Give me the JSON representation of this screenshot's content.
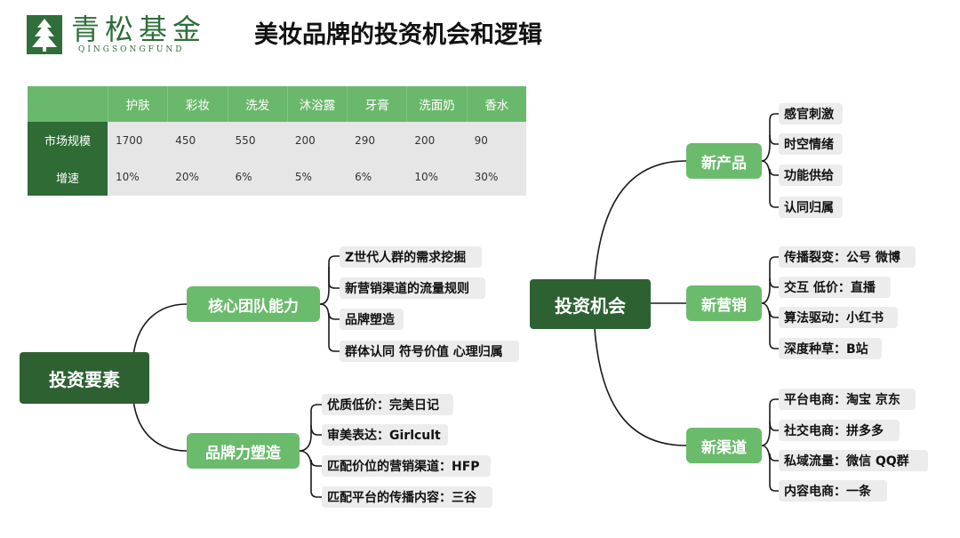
{
  "logo": {
    "name_cn": "青松基金",
    "name_en": "QINGSONGFUND"
  },
  "title": "美妆品牌的投资机会和逻辑",
  "table": {
    "columns": [
      "护肤",
      "彩妆",
      "洗发",
      "沐浴露",
      "牙膏",
      "洗面奶",
      "香水"
    ],
    "rows": [
      {
        "label": "市场规模",
        "values": [
          "1700",
          "450",
          "550",
          "200",
          "290",
          "200",
          "90"
        ]
      },
      {
        "label": "增速",
        "values": [
          "10%",
          "20%",
          "6%",
          "5%",
          "6%",
          "10%",
          "30%"
        ]
      }
    ]
  },
  "left_map": {
    "root": "投资要素",
    "branches": [
      {
        "label": "核心团队能力",
        "leaves": [
          "Z世代人群的需求挖掘",
          "新营销渠道的流量规则",
          "品牌塑造",
          "群体认同 符号价值 心理归属"
        ]
      },
      {
        "label": "品牌力塑造",
        "leaves": [
          "优质低价：完美日记",
          "审美表达：Girlcult",
          "匹配价位的营销渠道：HFP",
          "匹配平台的传播内容：三谷"
        ]
      }
    ]
  },
  "right_map": {
    "root": "投资机会",
    "branches": [
      {
        "label": "新产品",
        "leaves": [
          "感官刺激",
          "时空情绪",
          "功能供给",
          "认同归属"
        ]
      },
      {
        "label": "新营销",
        "leaves": [
          "传播裂变：公号 微博",
          "交互 低价：直播",
          "算法驱动：小红书",
          "深度种草：B站"
        ]
      },
      {
        "label": "新渠道",
        "leaves": [
          "平台电商：淘宝 京东",
          "社交电商：拼多多",
          "私域流量：微信 QQ群",
          "内容电商：一条"
        ]
      }
    ]
  },
  "colors": {
    "dark_green": "#2d6132",
    "mid_green": "#6bbb6c",
    "leaf_gray": "#ececec",
    "line": "#1a1a1a"
  }
}
